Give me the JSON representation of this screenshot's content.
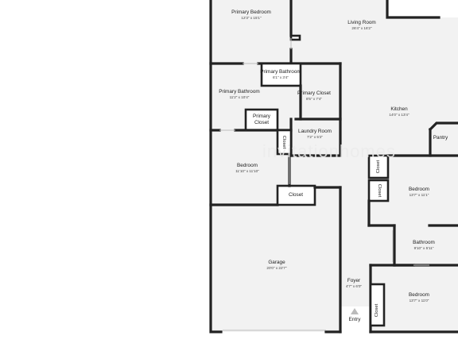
{
  "rooms": {
    "primary_bedroom": {
      "name": "Primary Bedroom",
      "dims": "12'3\" x 15'1\""
    },
    "living_room": {
      "name": "Living Room",
      "dims": "26'4\" x 16'2\""
    },
    "primary_bathroom_small": {
      "name": "Primary Bathroom",
      "dims": "6'1\" x 3'4\""
    },
    "primary_bathroom": {
      "name": "Primary Bathroom",
      "dims": "11'2\" x 10'4\""
    },
    "primary_closet": {
      "name": "Primary Closet",
      "dims": "8'5\" x 7'4\""
    },
    "kitchen": {
      "name": "Kitchen",
      "dims": "14'0\" x 13'4\""
    },
    "primary_closet_small": {
      "name": "Primary Closet"
    },
    "laundry_room": {
      "name": "Laundry Room",
      "dims": "7'2\" x 5'2\""
    },
    "pantry": {
      "name": "Pantry"
    },
    "bedroom_left": {
      "name": "Bedroom",
      "dims": "11'10\" x 11'10\""
    },
    "closet_left": {
      "name": "Closet"
    },
    "closet_laundry": {
      "name": "Closet"
    },
    "closet_mid1": {
      "name": "Closet"
    },
    "closet_mid2": {
      "name": "Closet"
    },
    "bedroom_right": {
      "name": "Bedroom",
      "dims": "13'7\" x 11'1\""
    },
    "bathroom": {
      "name": "Bathroom",
      "dims": "9'10\" x 5'11\""
    },
    "garage": {
      "name": "Garage",
      "dims": "20'0\" x 22'7\""
    },
    "foyer": {
      "name": "Foyer",
      "dims": "4'7\" x 6'0\""
    },
    "bedroom_bottom": {
      "name": "Bedroom",
      "dims": "13'7\" x 11'0\""
    },
    "closet_bottom": {
      "name": "Closet"
    },
    "entry": {
      "name": "Entry"
    }
  },
  "watermark": "invitationhomes"
}
